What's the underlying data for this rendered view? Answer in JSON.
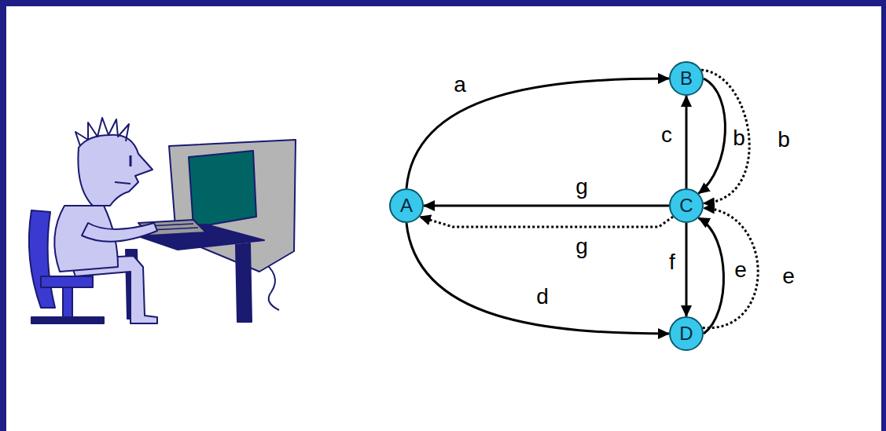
{
  "diagram": {
    "nodes": [
      {
        "text": [
          "A"
        ]
      },
      {
        "text": [
          "B"
        ]
      },
      {
        "text": [
          "C"
        ]
      },
      {
        "text": [
          "D"
        ]
      }
    ],
    "edges": [
      {
        "from": 0,
        "to": 1,
        "arrow": "to",
        "label": "a"
      },
      {
        "from": 1,
        "to": 2,
        "arrow": "to",
        "label": "b"
      },
      {
        "from": 1,
        "to": 2,
        "arrow": "to",
        "label": "b"
      },
      {
        "from": 2,
        "to": 1,
        "arrow": "to",
        "label": "c"
      },
      {
        "from": 2,
        "to": 0,
        "arrow": "to",
        "label": "g"
      },
      {
        "from": 2,
        "to": 0,
        "arrow": "to",
        "label": "g"
      },
      {
        "from": 2,
        "to": 3,
        "arrow": "to",
        "label": "f"
      },
      {
        "from": 0,
        "to": 3,
        "arrow": "to",
        "label": "d"
      },
      {
        "from": 3,
        "to": 2,
        "arrow": "to",
        "label": "e"
      },
      {
        "from": 3,
        "to": 2,
        "arrow": "to",
        "label": "e"
      }
    ]
  }
}
